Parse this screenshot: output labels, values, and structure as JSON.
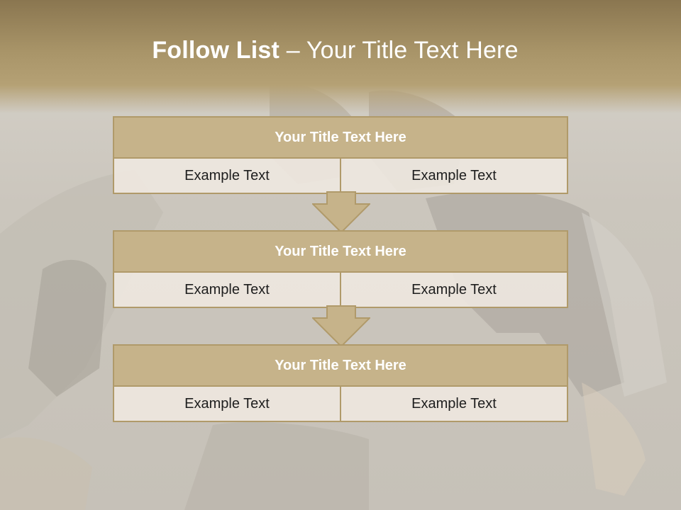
{
  "slide": {
    "title_bold": "Follow List",
    "title_dash": " – ",
    "title_rest": "Your Title Text Here"
  },
  "steps": [
    {
      "title": "Your Title Text Here",
      "left": "Example Text",
      "right": "Example Text"
    },
    {
      "title": "Your Title Text Here",
      "left": "Example Text",
      "right": "Example Text"
    },
    {
      "title": "Your Title Text Here",
      "left": "Example Text",
      "right": "Example Text"
    }
  ],
  "colors": {
    "header_dark": "#8a7650",
    "header_light": "#b5a175",
    "box_title_bg": "#c6b38a",
    "box_border": "#b09a6a",
    "cell_bg": "#eee8e0",
    "arrow_fill": "#c6b38a"
  }
}
